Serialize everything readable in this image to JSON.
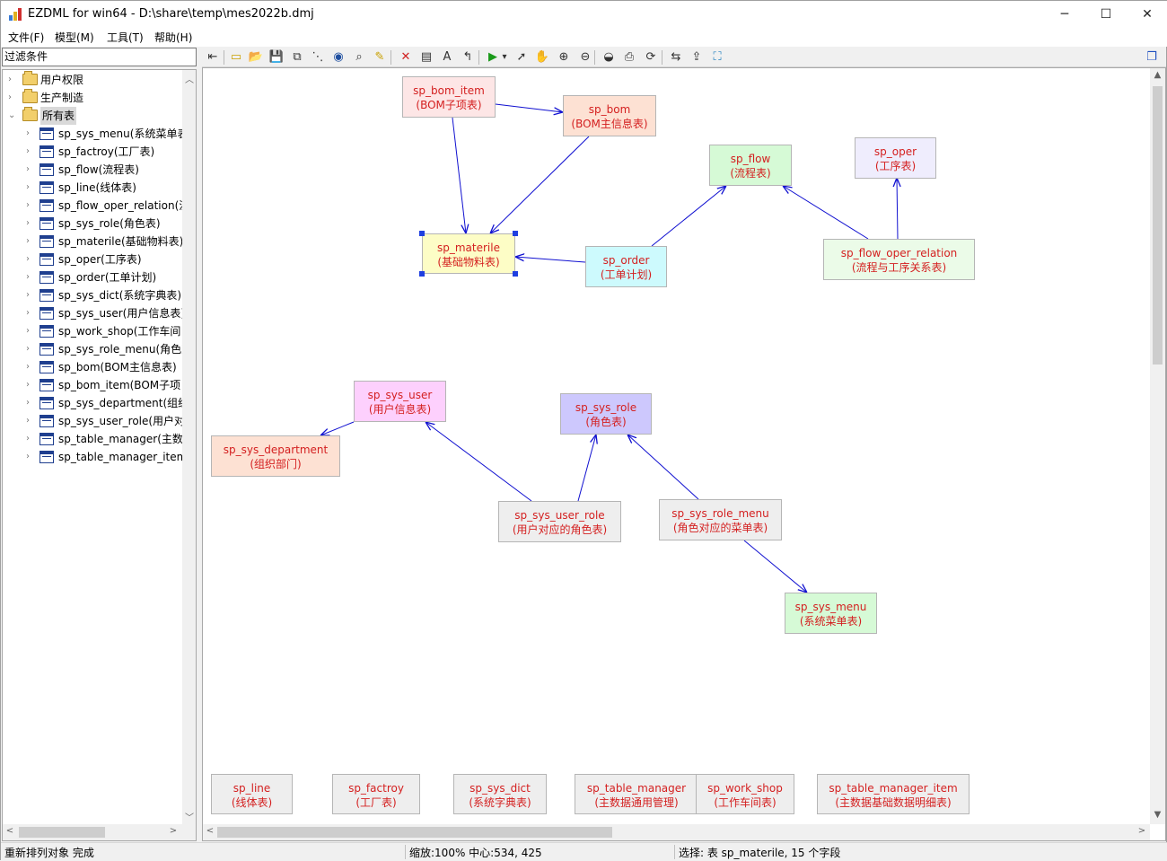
{
  "window": {
    "title": "EZDML for win64 - D:\\share\\temp\\mes2022b.dmj",
    "minimize": "─",
    "maximize": "☐",
    "close": "✕"
  },
  "menu": [
    "文件(F)",
    "模型(M)",
    "工具(T)",
    "帮助(H)"
  ],
  "filter": {
    "label": "过滤条件"
  },
  "tree": {
    "groups": [
      "用户权限",
      "生产制造",
      "所有表"
    ],
    "tables": [
      "sp_sys_menu(系统菜单表",
      "sp_factroy(工厂表)",
      "sp_flow(流程表)",
      "sp_line(线体表)",
      "sp_flow_oper_relation(流",
      "sp_sys_role(角色表)",
      "sp_materile(基础物料表)",
      "sp_oper(工序表)",
      "sp_order(工单计划)",
      "sp_sys_dict(系统字典表)",
      "sp_sys_user(用户信息表)",
      "sp_work_shop(工作车间",
      "sp_sys_role_menu(角色对",
      "sp_bom(BOM主信息表)",
      "sp_bom_item(BOM子项",
      "sp_sys_department(组织",
      "sp_sys_user_role(用户对",
      "sp_table_manager(主数",
      "sp_table_manager_item"
    ]
  },
  "toolbar": {
    "icons": [
      "back-icon",
      "new-icon",
      "open-icon",
      "save-icon",
      "copy-icon",
      "layout-icon",
      "globe-icon",
      "find-icon",
      "highlight-icon",
      "delete-icon",
      "box-icon",
      "text-icon",
      "link-icon",
      "run-icon",
      "dropdown-icon",
      "pointer-icon",
      "hand-icon",
      "zoom-in-icon",
      "zoom-out-icon",
      "view-icon",
      "print-icon",
      "refresh-icon",
      "import-icon",
      "export-icon",
      "fit-icon",
      "window-icon"
    ]
  },
  "diagram": {
    "nodes": [
      {
        "id": "sp_bom_item",
        "name": "sp_bom_item",
        "caption": "(BOM子项表)",
        "color": "#fde6e6"
      },
      {
        "id": "sp_bom",
        "name": "sp_bom",
        "caption": "(BOM主信息表)",
        "color": "#fde1d3"
      },
      {
        "id": "sp_flow",
        "name": "sp_flow",
        "caption": "(流程表)",
        "color": "#d6fad6"
      },
      {
        "id": "sp_oper",
        "name": "sp_oper",
        "caption": "(工序表)",
        "color": "#efedfd"
      },
      {
        "id": "sp_materile",
        "name": "sp_materile",
        "caption": "(基础物料表)",
        "color": "#fdfdc6"
      },
      {
        "id": "sp_order",
        "name": "sp_order",
        "caption": "(工单计划)",
        "color": "#cdfafd"
      },
      {
        "id": "sp_flow_oper_relation",
        "name": "sp_flow_oper_relation",
        "caption": "(流程与工序关系表)",
        "color": "#ebfbe8"
      },
      {
        "id": "sp_sys_user",
        "name": "sp_sys_user",
        "caption": "(用户信息表)",
        "color": "#fdd0fd"
      },
      {
        "id": "sp_sys_role",
        "name": "sp_sys_role",
        "caption": "(角色表)",
        "color": "#cdc8fd"
      },
      {
        "id": "sp_sys_department",
        "name": "sp_sys_department",
        "caption": "(组织部门)",
        "color": "#fde1d3"
      },
      {
        "id": "sp_sys_user_role",
        "name": "sp_sys_user_role",
        "caption": "(用户对应的角色表)",
        "color": "#eeeeee"
      },
      {
        "id": "sp_sys_role_menu",
        "name": "sp_sys_role_menu",
        "caption": "(角色对应的菜单表)",
        "color": "#eeeeee"
      },
      {
        "id": "sp_sys_menu",
        "name": "sp_sys_menu",
        "caption": "(系统菜单表)",
        "color": "#d6fad6"
      },
      {
        "id": "sp_line",
        "name": "sp_line",
        "caption": "(线体表)",
        "color": "#eeeeee"
      },
      {
        "id": "sp_factroy",
        "name": "sp_factroy",
        "caption": "(工厂表)",
        "color": "#eeeeee"
      },
      {
        "id": "sp_sys_dict",
        "name": "sp_sys_dict",
        "caption": "(系统字典表)",
        "color": "#eeeeee"
      },
      {
        "id": "sp_table_manager",
        "name": "sp_table_manager",
        "caption": "(主数据通用管理)",
        "color": "#eeeeee"
      },
      {
        "id": "sp_work_shop",
        "name": "sp_work_shop",
        "caption": "(工作车间表)",
        "color": "#eeeeee"
      },
      {
        "id": "sp_table_manager_item",
        "name": "sp_table_manager_item",
        "caption": "(主数据基础数据明细表)",
        "color": "#eeeeee"
      }
    ],
    "links": [
      {
        "from": "sp_bom_item",
        "to": "sp_bom"
      },
      {
        "from": "sp_bom_item",
        "to": "sp_materile"
      },
      {
        "from": "sp_bom",
        "to": "sp_materile"
      },
      {
        "from": "sp_order",
        "to": "sp_materile"
      },
      {
        "from": "sp_order",
        "to": "sp_flow"
      },
      {
        "from": "sp_flow_oper_relation",
        "to": "sp_flow"
      },
      {
        "from": "sp_flow_oper_relation",
        "to": "sp_oper"
      },
      {
        "from": "sp_sys_user",
        "to": "sp_sys_department"
      },
      {
        "from": "sp_sys_user_role",
        "to": "sp_sys_user"
      },
      {
        "from": "sp_sys_user_role",
        "to": "sp_sys_role"
      },
      {
        "from": "sp_sys_role_menu",
        "to": "sp_sys_role"
      },
      {
        "from": "sp_sys_role_menu",
        "to": "sp_sys_menu"
      }
    ],
    "selected": "sp_materile"
  },
  "status": {
    "message": "重新排列对象 完成",
    "zoom": "缩放:100% 中心:534, 425",
    "selection": "选择: 表 sp_materile, 15 个字段"
  },
  "colors": {
    "link": "#1010d0",
    "node_text": "#d42020",
    "handle": "#1f3fe0"
  }
}
